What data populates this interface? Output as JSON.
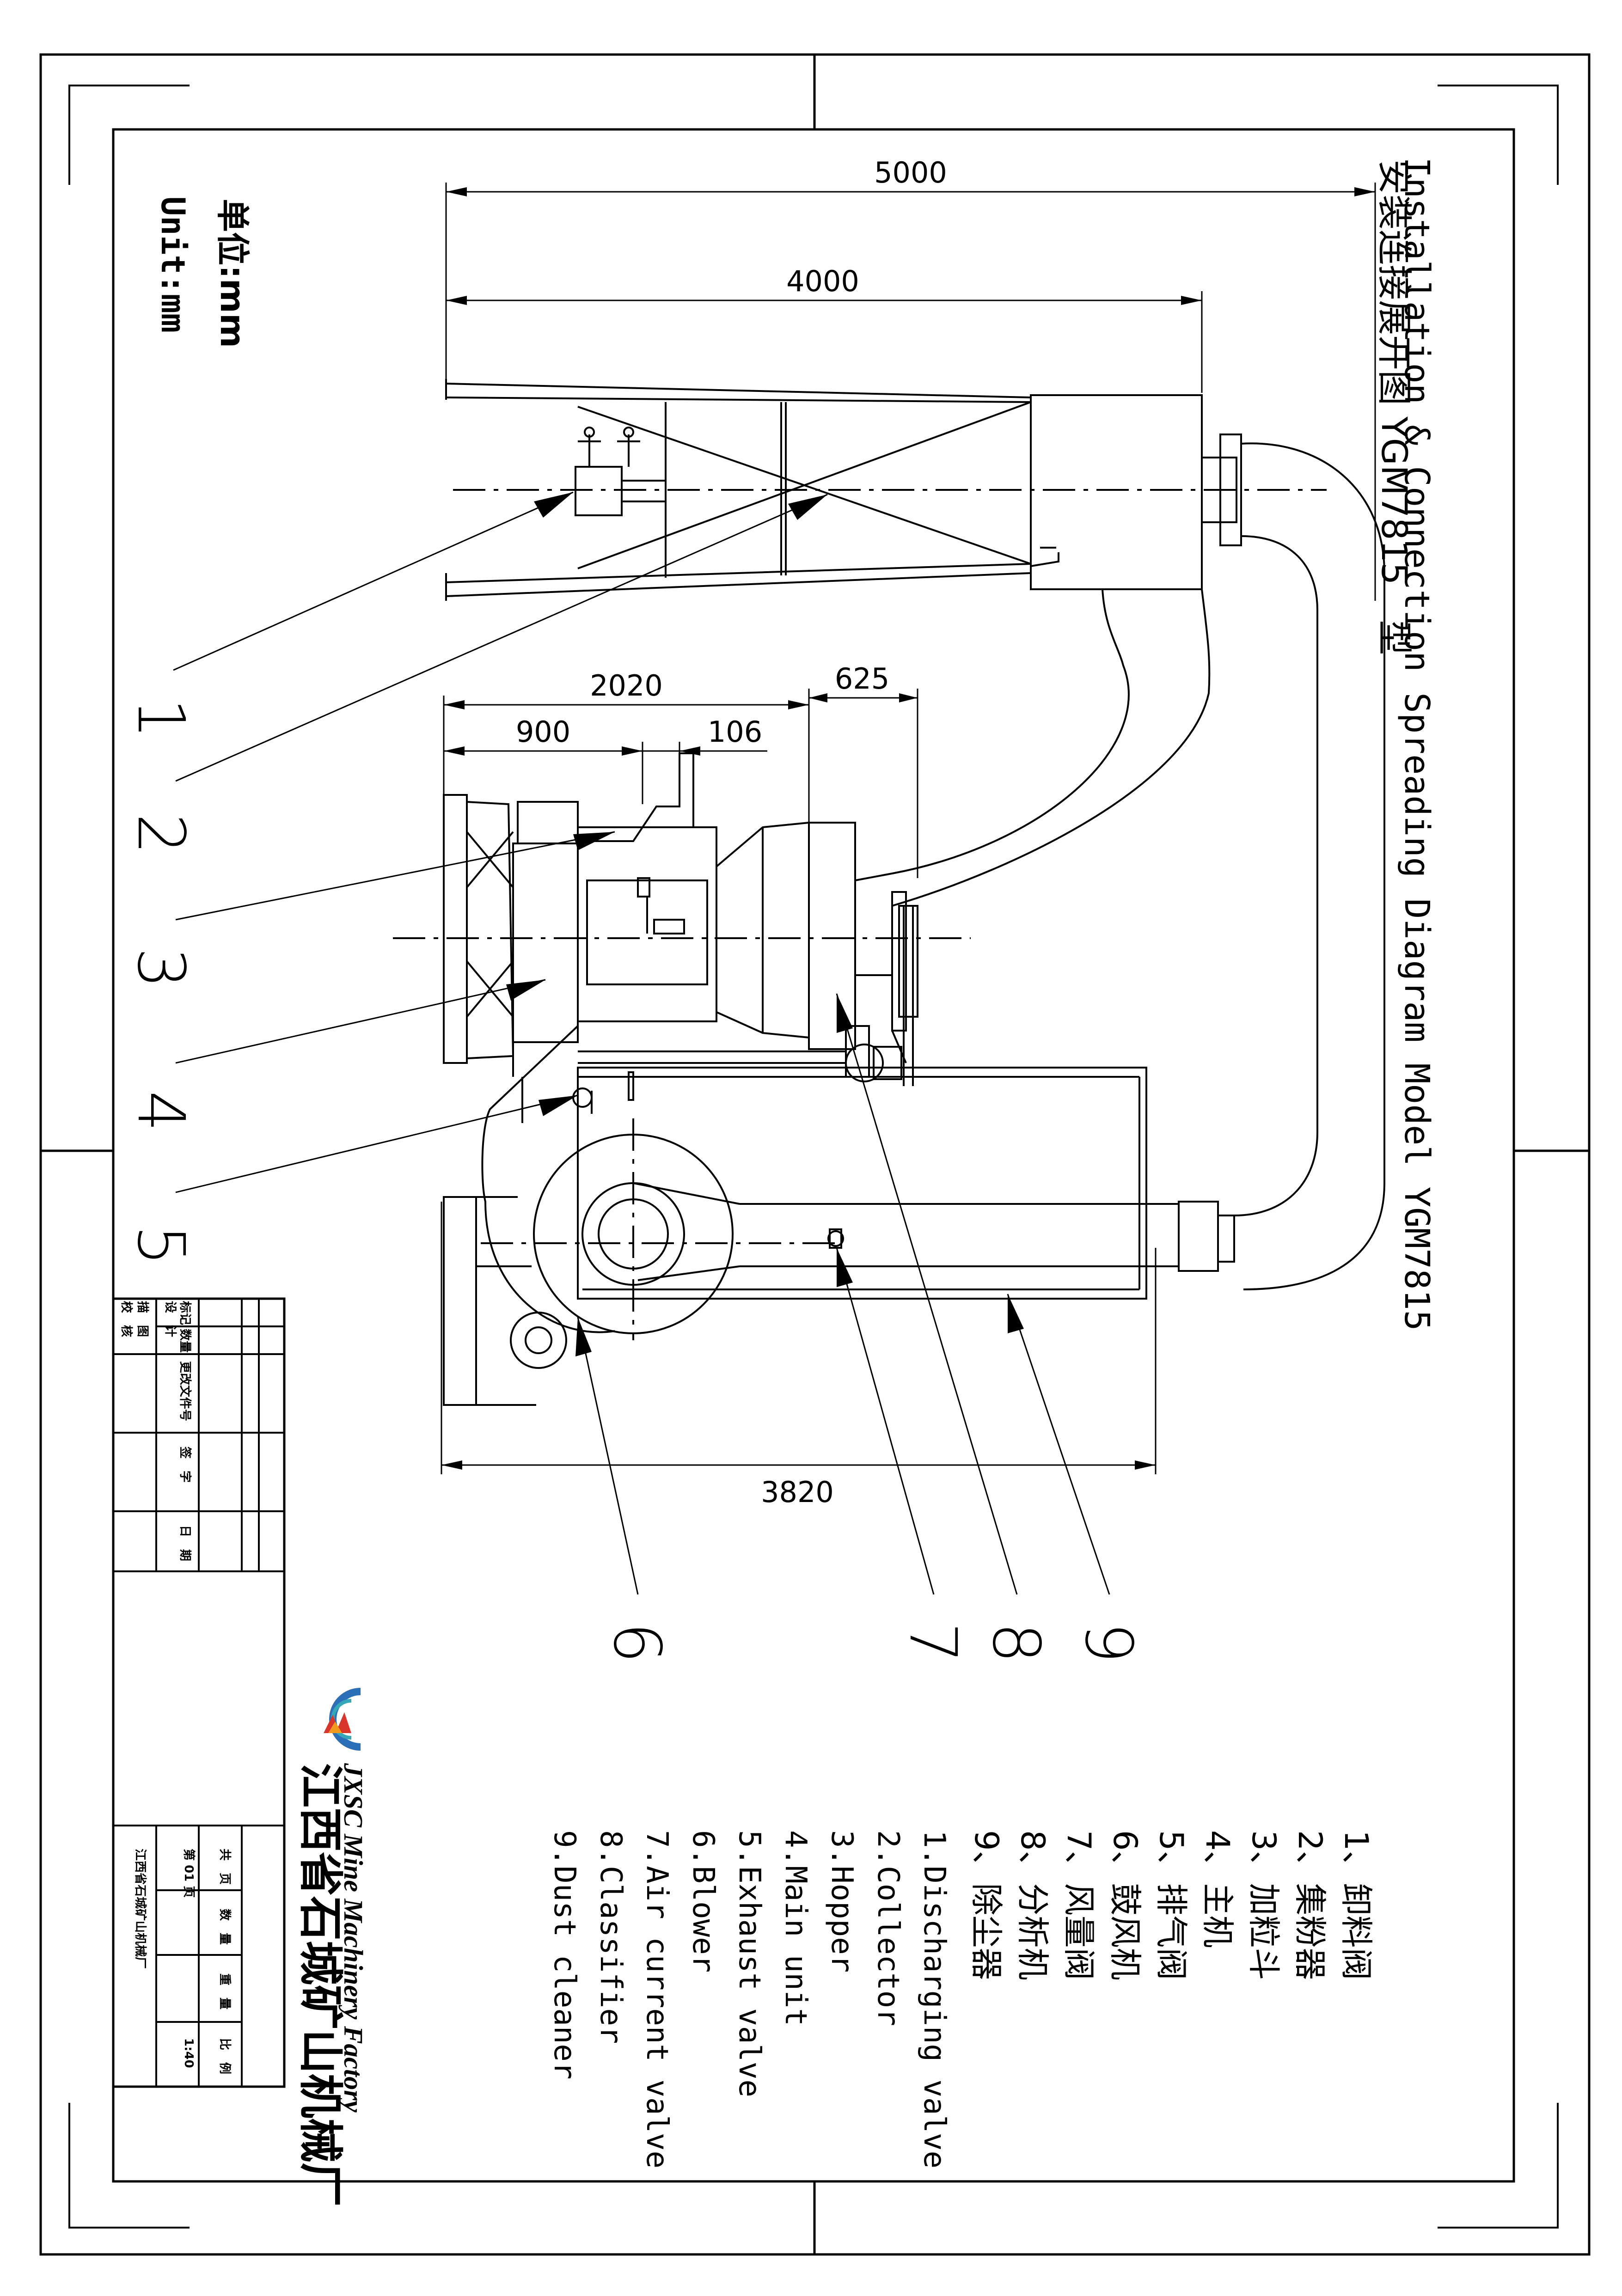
{
  "title": {
    "cn": "安装连接展开图 YGM7815　型",
    "en": "Installation & Connection Spreading Diagram Model YGM7815"
  },
  "unit": {
    "cn": "单位:mm",
    "en": "Unit:mm"
  },
  "dimensions": {
    "d5000": "5000",
    "d4000": "4000",
    "d2020": "2020",
    "d900": "900",
    "d106": "106",
    "d625": "625",
    "d3820": "3820"
  },
  "callouts": [
    "1",
    "2",
    "3",
    "4",
    "5",
    "6",
    "7",
    "8",
    "9"
  ],
  "parts_cn": [
    "1、卸料阀",
    "2、集粉器",
    "3、加粒斗",
    "4、主机",
    "5、排气阀",
    "6、鼓风机",
    "7、风量阀",
    "8、分析机",
    "9、除尘器"
  ],
  "parts_en": [
    "1.Discharging valve",
    "2.Collector",
    "3.Hopper",
    "4.Main unit",
    "5.Exhaust valve",
    "6.Blower",
    "7.Air current valve",
    "8.Classifier",
    "9.Dust cleaner"
  ],
  "company": {
    "en": "JXSC Mine Machinery Factory",
    "cn": "江西省石城矿山机械厂"
  },
  "revision_table": {
    "row1": [
      "标记",
      "数量",
      "更改文件号",
      "签　字",
      "日　期"
    ],
    "row2": [
      "设　计"
    ],
    "row3": [
      "描　图"
    ],
    "row4": [
      "校　核"
    ]
  },
  "title_block": {
    "total_pages": "共　页",
    "page": "第 01 页",
    "quantity": "数　量",
    "weight": "重　量",
    "scale_label": "比　例",
    "scale_value": "1:40",
    "factory": "江西省石城矿山机械厂"
  },
  "colors": {
    "ink": "#000000",
    "logo_blue": "#2a6fb7",
    "logo_teal": "#35a7b8",
    "logo_red": "#d9352a",
    "logo_orange": "#f29a1e"
  }
}
